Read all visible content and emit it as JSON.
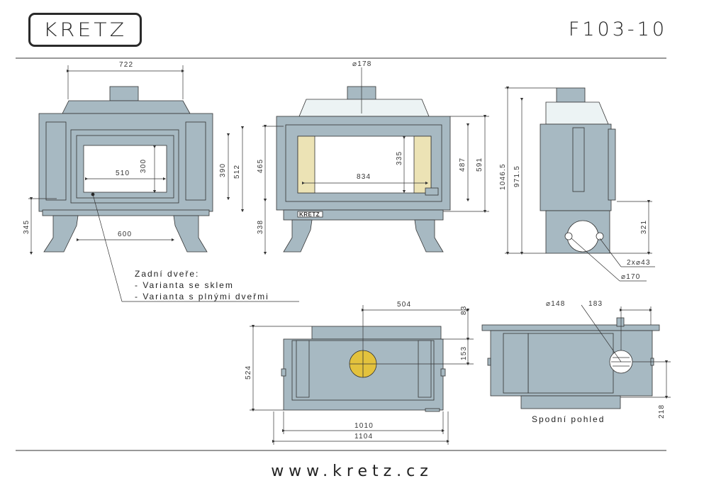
{
  "header": {
    "logo_text": "KRETZ",
    "model": "F103-10"
  },
  "footer": {
    "url": "www.kretz.cz"
  },
  "front_view": {
    "dims": {
      "width_top": "722",
      "glass_width": "510",
      "glass_height": "300",
      "door_h1": "390",
      "door_h2": "512",
      "base_width": "600",
      "leg_height": "345"
    }
  },
  "door_view": {
    "dims": {
      "flue": "⌀178",
      "glass_width": "834",
      "glass_height": "335",
      "h465": "465",
      "h487": "487",
      "h591": "591",
      "h338": "338"
    },
    "badge": "KRETZ"
  },
  "side_view": {
    "dims": {
      "total": "1046.5",
      "body": "971.5",
      "h321": "321",
      "holes": "2x⌀43",
      "duct": "⌀170"
    }
  },
  "top_view": {
    "dims": {
      "w504": "504",
      "d83": "83",
      "d153": "153",
      "d524": "524",
      "w1010": "1010",
      "w1104": "1104"
    }
  },
  "bottom_view": {
    "dims": {
      "d148": "⌀148",
      "w183": "183",
      "h218": "218"
    },
    "label": "Spodní pohled"
  },
  "note": {
    "title": "Zadní dveře:",
    "items": [
      "- Varianta se sklem",
      "- Varianta s plnými dveřmi"
    ]
  },
  "colors": {
    "steel": "#a7b9c2",
    "glass": "#ffffff",
    "sand": "#ece3b5",
    "line": "#333333",
    "flue_yellow": "#e3c23d"
  }
}
